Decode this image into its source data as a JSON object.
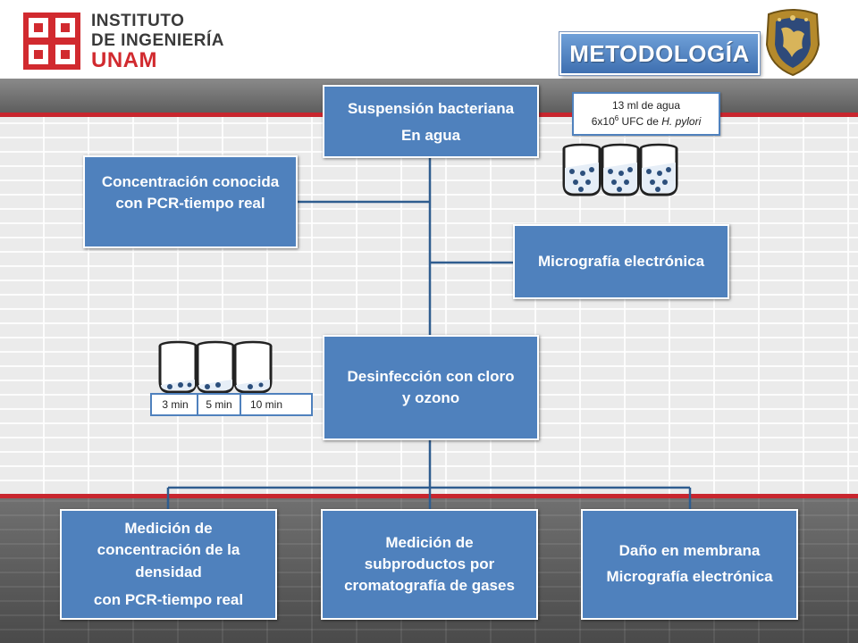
{
  "header": {
    "institution_line_1": "INSTITUTO",
    "institution_line_2": "DE INGENIERÍA",
    "institution_line_3": "UNAM",
    "title": "METODOLOGÍA"
  },
  "info_box": {
    "line_1": "13 ml de agua",
    "line_2_prefix": "6x10",
    "line_2_sup": "6",
    "line_2_middle": " UFC de ",
    "line_2_italic": "H. pylori"
  },
  "boxes": {
    "suspension": {
      "line_1": "Suspensión bacteriana",
      "line_2": "En agua"
    },
    "concentracion": {
      "line_1": "Concentración conocida",
      "line_2": "con PCR-tiempo real"
    },
    "micrografia": {
      "label": "Micrografía electrónica"
    },
    "desinfeccion": {
      "line_1": "Desinfección con cloro",
      "line_2": "y ozono"
    },
    "medicion_concentracion": {
      "line_1": "Medición de",
      "line_2": "concentración  de la",
      "line_3": "densidad",
      "line_4": "con PCR-tiempo real"
    },
    "subproductos": {
      "line_1": "Medición de",
      "line_2": "subproductos por",
      "line_3": "cromatografía de gases"
    },
    "dano": {
      "line_1": "Daño en membrana",
      "line_2": "Micrografía electrónica"
    }
  },
  "time_labels": [
    "3 min",
    "5 min",
    "10 min"
  ],
  "colors": {
    "box_fill": "#4f81bd",
    "title_fill": "#4f81bd",
    "accent_red": "#c8262e",
    "connector": "#2f5d8f",
    "beaker_dots": "#2c4f7c"
  }
}
